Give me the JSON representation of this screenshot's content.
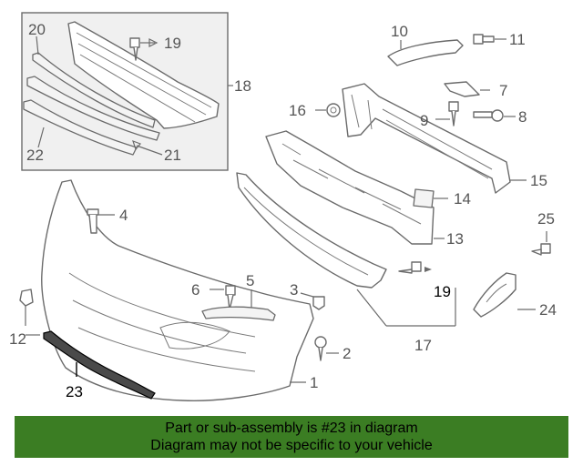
{
  "callouts": {
    "c1": "1",
    "c2": "2",
    "c3": "3",
    "c4": "4",
    "c5": "5",
    "c6": "6",
    "c7": "7",
    "c8": "8",
    "c9": "9",
    "c10": "10",
    "c11": "11",
    "c12": "12",
    "c13": "13",
    "c14": "14",
    "c15": "15",
    "c16": "16",
    "c17": "17",
    "c18": "18",
    "c19a": "19",
    "c19b": "19",
    "c20": "20",
    "c21": "21",
    "c22": "22",
    "c23": "23",
    "c24": "24",
    "c25": "25"
  },
  "highlighted_part": "23",
  "banner": {
    "line1": "Part or sub-assembly is #23 in diagram",
    "line2": "Diagram may not be specific to your vehicle",
    "color": "#3b7d23"
  }
}
